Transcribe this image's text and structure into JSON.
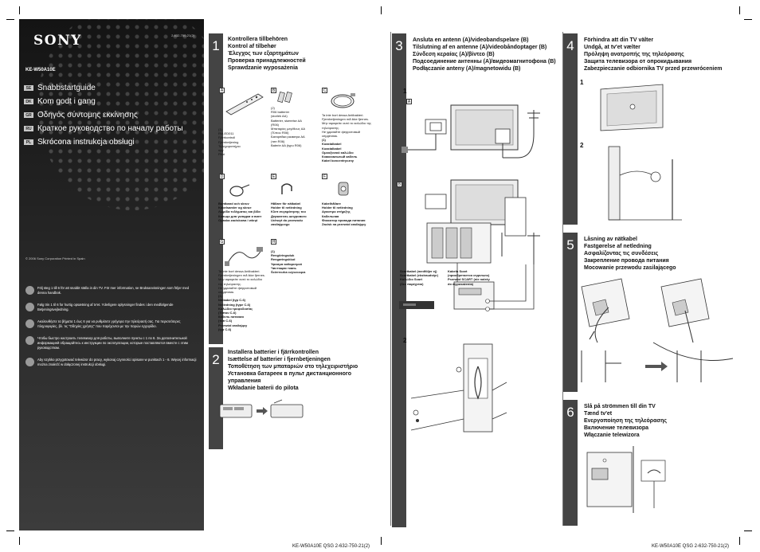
{
  "cover": {
    "brand": "SONY",
    "part_code": "2-632-750-21(2)",
    "model": "KE-W50A10E",
    "languages": [
      {
        "code": "SE",
        "title": "Snabbstartguide"
      },
      {
        "code": "DK",
        "title": "Kom godt i gang"
      },
      {
        "code": "GR",
        "title": "Οδηγός σύντομης εκκίνησης"
      },
      {
        "code": "RU",
        "title": "Краткое руководство по началу работы"
      },
      {
        "code": "PL",
        "title": "Skrócona instrukcja obsługi"
      }
    ],
    "copyright": "© 2006 Sony Corporation    Printed in Spain",
    "notes": [
      "Följ steg 1 till 6 för att snabbt ställa in din TV. För mer information, se Bruksanvisningen som följer med denna handbok.",
      "Følg trin 1 til 6 for hurtig opsætning af tv'et. Yderligere oplysninger findes i den medfølgende Betjeningsvejledning.",
      "Ακολουθήστε τα βήματα 1 έως 6 για να ρυθμίσετε γρήγορα την τηλεόρασή σας. Για περισσότερες πληροφορίες, βλ. τις \"Οδηγίες χρήσης\" που παρέχονται με την παρών εγχειρίδιο.",
      "Чтобы быстро настроить телевизор для работы, выполните пункты с 1 по 6. За дополнительной информацией обращайтесь к инструкции по эксплуатации, которые поставляются вместе с этим руководством.",
      "Aby szybko przygotować telewizor do pracy, wykonaj czynności opisane w punktach 1 - 6. Więcej informacji można znaleźć w dołączonej instrukcji obsługi."
    ]
  },
  "steps": {
    "s1": {
      "number": "1",
      "heading": [
        "Kontrollera tillbehören",
        "Kontrol af tilbehør",
        "Έλεγχος των εξαρτημάτων",
        "Проверка принадлежностей",
        "Sprawdzanie wyposażenia"
      ],
      "items": [
        {
          "label": "A",
          "text": [
            "(1)",
            "RM-ED011",
            "Fjärrkontroll",
            "Fjernbetjening",
            "Τηλεχειριστήριο",
            "пду",
            "Pilot"
          ]
        },
        {
          "label": "B",
          "text": [
            "(2)",
            "R06 batterier",
            "(storlek AA)",
            "Batterier, størrelse AA",
            "(R06)",
            "Μπαταρίες μεγέθους AA",
            "(Τύπου R06)",
            "Батарейки размера АА",
            "(тип R06)",
            "Baterie AA (typu R06)"
          ]
        },
        {
          "label": "C",
          "text": [
            "Ta inte bort dessa Antibakteri.",
            "Fjernbetjeningen må ikke fjernes.",
            "Μην αφαιρείτε αυτό το καλώδιο της τηλεόρασης.",
            "Не удаляйте ферритовый сердечник.",
            "(1)",
            "Koaxialkabel",
            "Koaxialkabel",
            "Ομοαξονικό καλώδιο",
            "Коаксиальный кабель",
            "Kabel koncentryczny"
          ]
        },
        {
          "label": "D",
          "text": [
            "Buntband och skruv",
            "Kabelsamler og skrue",
            "Λωρίδα τυλίγματος και βίδα",
            "Кольцо для укладки и винт",
            "Opaska zaciskowa i wkręt"
          ]
        },
        {
          "label": "E",
          "text": [
            "Hållare för nätkabel",
            "Holder til netledning",
            "Κλιπ συγκράτησης του",
            "Держатель шнурового",
            "Uchwyt do przewodu",
            "zasilającego"
          ]
        },
        {
          "label": "F",
          "text": [
            "Kabelhållare",
            "Holder til netledning",
            "Αγκιστρο στήριξης",
            "Кабельная",
            "Фиксатор провода питания",
            "Zacisk na przewód zasilający"
          ]
        },
        {
          "label": "G",
          "text": [
            "Ta inte bort dessa Antibakteri.",
            "Fjernbetjeningen må ikke fjernes.",
            "Μην αφαιρείτε αυτό το καλώδιο της τηλεόρασης.",
            "Не удаляйте ферритовый сердечник.",
            "(1)",
            "Nätkabel (typ C-6)",
            "Netledning (type C-6)",
            "Καλώδιο τροφοδοσίας",
            "(Τύπου C-6)",
            "Кабель питания",
            "(тип C-6)",
            "Przewód zasilający",
            "(typ C-6)"
          ]
        },
        {
          "label": "H",
          "text": [
            "(1)",
            "Rengöringsduk",
            "Rengøringsklud",
            "Υφασμα καθαρισμού",
            "Чистящая ткань",
            "Ściereczka czyszcząca"
          ]
        }
      ]
    },
    "s2": {
      "number": "2",
      "heading": [
        "Installera batterier i fjärrkontrollen",
        "Isættelse af batterier i fjernbetjeningen",
        "Τοποθέτηση των μπαταριών στο τηλεχειριστήριο",
        "Установка батареек в пульт дистанционного управления",
        "Wkładanie baterii do pilota"
      ]
    },
    "s3": {
      "number": "3",
      "heading": [
        "Ansluta en antenn (A)/videobandspelare (B)",
        "Tilslutning af en antenne (A)/videobåndoptager (B)",
        "Σύνδεση κεραίας (A)/βίντεο (B)",
        "Подсоединение антенны (A)/видеомагнитофона (B)",
        "Podłączanie anteny (A)/magnetowidu (B)"
      ],
      "sub1": "1",
      "sub1_label_a": "A",
      "sub1_label_b": "B",
      "scart_labels": [
        "Scartkabel (medföljer ej)",
        "Scartkabel (ekstraudstyr)",
        "Καλώδιο Scart",
        "(δεν παρέχεται)"
      ],
      "scart_labels2": [
        "Kabeln Scart",
        "(приобретается отдельно)",
        "Przewód SCART (nie należy",
        "do wyposażenia)"
      ],
      "sub2": "2"
    },
    "s4": {
      "number": "4",
      "heading": [
        "Förhindra att din TV välter",
        "Undgå, at tv'et vælter",
        "Πρόληψη ανατροπής της τηλεόρασης",
        "Защита телевизора от опрокидывания",
        "Zabezpieczanie odbiornika TV przed przewróceniem"
      ],
      "sub1": "1",
      "sub2": "2"
    },
    "s5": {
      "number": "5",
      "heading": [
        "Låsning av nätkabel",
        "Fastgørelse af netledning",
        "Ασφαλίζοντας τις συνδέσεις",
        "Закрепление провода питания",
        "Mocowanie przewodu zasilającego"
      ]
    },
    "s6": {
      "number": "6",
      "heading": [
        "Slå på strömmen till din TV",
        "Tænd tv'et",
        "Ενεργοποίηση της τηλεόρασης",
        "Включение телевизора",
        "Włączanie telewizora"
      ]
    }
  },
  "footer": {
    "left": "KE-W50A10E QSG 2-632-750-21(2)",
    "right": "KE-W50A10E QSG 2-632-750-21(2)"
  }
}
